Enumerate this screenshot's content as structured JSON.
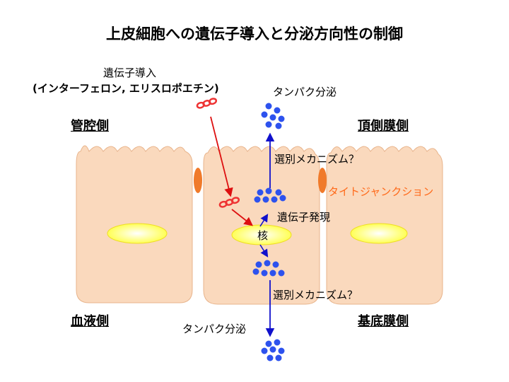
{
  "title": "上皮細胞への遺伝子導入と分泌方向性の制御",
  "gene_transfer": {
    "label": "遺伝子導入",
    "examples": "(インターフェロン, エリスロポエチン)"
  },
  "sides": {
    "lumen": "管腔側",
    "apical": "頂側膜側",
    "blood": "血液側",
    "basal": "基底膜側"
  },
  "labels": {
    "secretion_top": "タンパク分泌",
    "secretion_bottom": "タンパク分泌",
    "sorting_top": "選別メカニズム？",
    "sorting_bottom": "選別メカニズム？",
    "tight_junction": "タイトジャンクション",
    "gene_expression": "遺伝子発現",
    "nucleus": "核"
  },
  "colors": {
    "cell_fill": "#fad9bd",
    "cell_stroke": "#e8b48c",
    "nucleus_fill": "#ffff55",
    "junction": "#f07a2a",
    "protein_dot": "#2d52ee",
    "arrow_blue": "#1010cc",
    "arrow_red": "#dd1010",
    "dna": "#ee3333"
  }
}
